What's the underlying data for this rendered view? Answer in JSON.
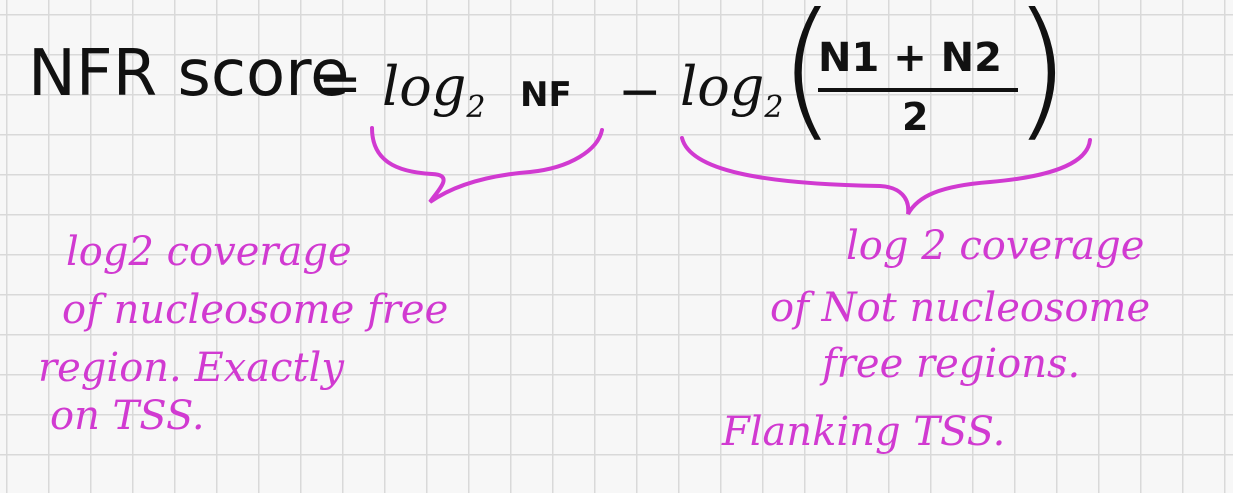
{
  "formula": {
    "lhs": "NFR score",
    "equals": "=",
    "log1_base": "log",
    "log1_sub": "2",
    "log1_arg": "NF",
    "minus": "−",
    "log2_base": "log",
    "log2_sub": "2",
    "paren_open": "(",
    "numerator": "N1 + N2",
    "denominator": "2",
    "paren_close": ")"
  },
  "annotations": {
    "left": [
      "log2 coverage",
      "of nucleosome free",
      "region. Exactly",
      "on TSS."
    ],
    "right": [
      "log 2 coverage",
      "of Not nucleosome",
      "free regions.",
      "Flanking TSS."
    ]
  },
  "colors": {
    "ink_black": "#111111",
    "ink_magenta": "#d13ad1",
    "paper": "#f7f7f7",
    "grid": "#d9d9d9"
  }
}
